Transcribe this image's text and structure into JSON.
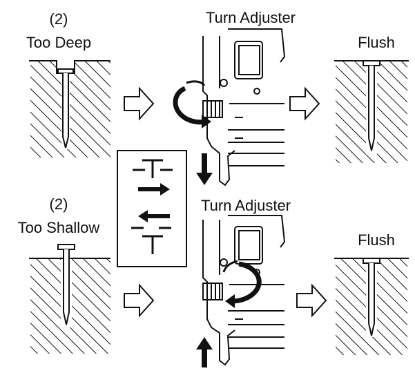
{
  "top_row": {
    "step_number": "(2)",
    "state_label": "Too Deep",
    "action_label": "Turn Adjuster",
    "result_label": "Flush"
  },
  "bottom_row": {
    "step_number": "(2)",
    "state_label": "Too Shallow",
    "action_label": "Turn Adjuster",
    "result_label": "Flush"
  },
  "legend": {
    "upper_direction": "right",
    "lower_direction": "left"
  },
  "colors": {
    "line": "#111111",
    "background": "#ffffff"
  }
}
